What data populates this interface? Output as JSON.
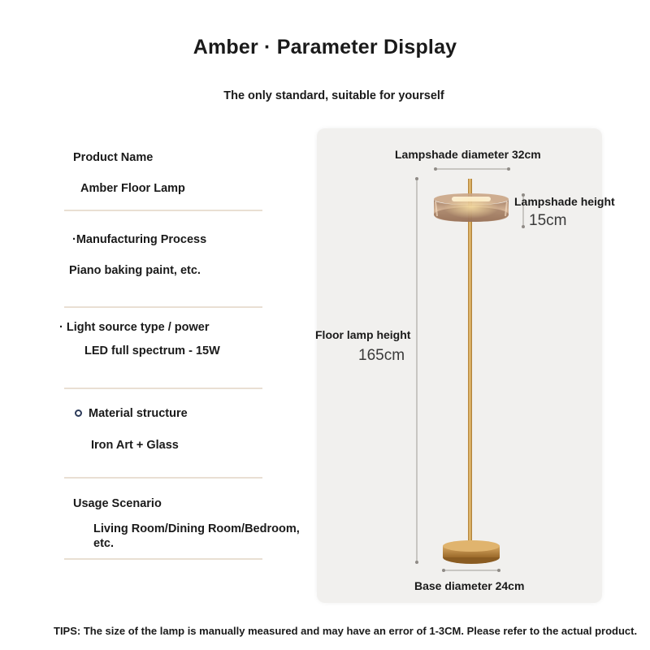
{
  "header": {
    "title": "Amber · Parameter Display",
    "subtitle": "The only standard, suitable for yourself"
  },
  "specs": [
    {
      "label": "Product Name",
      "value": "Amber Floor Lamp"
    },
    {
      "label": "·Manufacturing Process",
      "value": "Piano baking paint, etc."
    },
    {
      "label": "· Light source type / power",
      "value": "LED full spectrum - 15W"
    },
    {
      "label": "Material structure",
      "value": "Iron Art + Glass"
    },
    {
      "label": "Usage Scenario",
      "value": "Living Room/Dining Room/Bedroom, etc."
    }
  ],
  "diagram": {
    "lampshade_diameter_label": "Lampshade diameter 32cm",
    "lampshade_height_label": "Lampshade height",
    "lampshade_height_value": "15cm",
    "floor_height_label": "Floor lamp height",
    "floor_height_value": "165cm",
    "base_diameter_label": "Base diameter 24cm"
  },
  "footer": {
    "tips": "TIPS: The size of the lamp is manually measured and may have an error of 1-3CM. Please refer to the actual product."
  },
  "colors": {
    "gold": "#c69a4e",
    "amber_glass": "#b58866",
    "divider": "#e9dfd3",
    "panel_bg": "#f1f0ee"
  }
}
